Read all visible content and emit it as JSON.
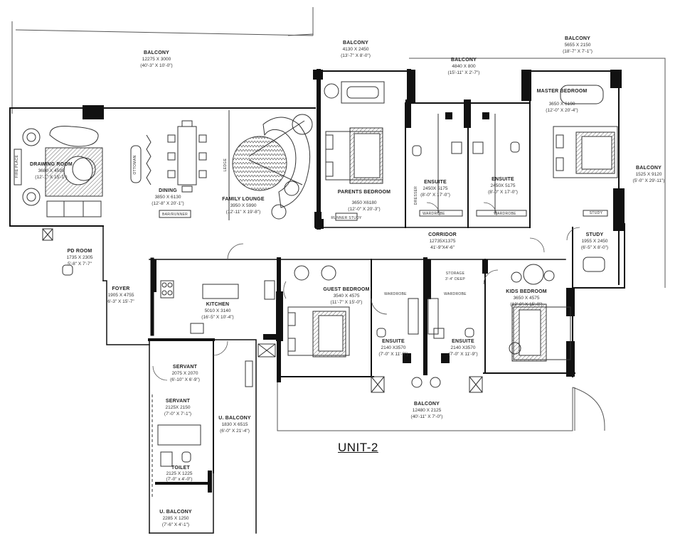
{
  "plan_title": "UNIT-2",
  "rooms": [
    {
      "id": "balcony-main",
      "name": "BALCONY",
      "dims": "12275 X 3000",
      "imperial": "(40'-3\" X 10'-0\")"
    },
    {
      "id": "balcony-parents",
      "name": "BALCONY",
      "dims": "4130 X 2450",
      "imperial": "(13'-7\" X 8'-0\")"
    },
    {
      "id": "balcony-ensuite",
      "name": "BALCONY",
      "dims": "4840 X 800",
      "imperial": "(15'-11\" X 2'-7\")"
    },
    {
      "id": "balcony-master",
      "name": "BALCONY",
      "dims": "5655 X 2150",
      "imperial": "(18'-7\" X 7'-1\")"
    },
    {
      "id": "drawing-room",
      "name": "DRAWING ROOM",
      "dims": "3680 X 4595",
      "imperial": "(12'-1\" X 15'-1\")"
    },
    {
      "id": "dining",
      "name": "DINING",
      "dims": "3850 X 6130",
      "imperial": "(12'-8\" X 20'-1\")"
    },
    {
      "id": "family-lounge",
      "name": "FAMILY LOUNGE",
      "dims": "3950 X 5990",
      "imperial": "(12'-11\" X 19'-8\")"
    },
    {
      "id": "parents-bedroom",
      "name": "PARENTS BEDROOM",
      "dims": "3650 X6180",
      "imperial": "(12'-0\" X 20'-3\")"
    },
    {
      "id": "ensuite-1",
      "name": "ENSUITE",
      "dims": "2450X 5175",
      "imperial": "(8'-0\" X 17'-0\")"
    },
    {
      "id": "ensuite-2",
      "name": "ENSUITE",
      "dims": "2450X 5175",
      "imperial": "(8'-0\" X 17'-0\")"
    },
    {
      "id": "master-bedroom",
      "name": "MASTER BEDROOM",
      "dims": "3650 X 6190",
      "imperial": "(12'-0\" X 20'-4\")"
    },
    {
      "id": "balcony-right",
      "name": "BALCONY",
      "dims": "1525 X 9120",
      "imperial": "(5'-0\" X 29'-11\")"
    },
    {
      "id": "study",
      "name": "STUDY",
      "dims": "1955 X 2450",
      "imperial": "(6'-5\" X 8'-0\")"
    },
    {
      "id": "corridor",
      "name": "CORRIDOR",
      "dims": "12735X1375",
      "imperial": "41'-9\"X4'-6\""
    },
    {
      "id": "pd-room",
      "name": "PD ROOM",
      "dims": "1735 X 2305",
      "imperial": "5'-8\" X 7'-7\""
    },
    {
      "id": "foyer",
      "name": "FOYER",
      "dims": "1905 X 4755",
      "imperial": "6'-3\" X 15'-7\""
    },
    {
      "id": "kitchen",
      "name": "KITCHEN",
      "dims": "5010 X 3140",
      "imperial": "(16'-5\" X 10'-4\")"
    },
    {
      "id": "guest-bedroom",
      "name": "GUEST BEDROOM",
      "dims": "3540 X 4575",
      "imperial": "(11'-7\" X 15'-0\")"
    },
    {
      "id": "ensuite-3",
      "name": "ENSUITE",
      "dims": "2140 X3570",
      "imperial": "(7'-0\" X 11'-9\")"
    },
    {
      "id": "ensuite-4",
      "name": "ENSUITE",
      "dims": "2140 X3570",
      "imperial": "(7'-0\" X 11'-9\")"
    },
    {
      "id": "kids-bedroom",
      "name": "KIDS BEDROOM",
      "dims": "3650 X 4575",
      "imperial": "(12'-0\" X 15'-0\")"
    },
    {
      "id": "servant-1",
      "name": "SERVANT",
      "dims": "2075 X 2070",
      "imperial": "(6'-10\" X 6'-9\")"
    },
    {
      "id": "servant-2",
      "name": "SERVANT",
      "dims": "2125X 2150",
      "imperial": "(7'-0\" X 7'-1\")"
    },
    {
      "id": "u-balcony-1",
      "name": "U. BALCONY",
      "dims": "1830 X 6515",
      "imperial": "(6'-0\" X 21'-4\")"
    },
    {
      "id": "toilet",
      "name": "TOILET",
      "dims": "2125 X 1225",
      "imperial": "(7'-0\" x 4'-0\")"
    },
    {
      "id": "u-balcony-2",
      "name": "U. BALCONY",
      "dims": "2285 X 1250",
      "imperial": "(7'-6\" X 4'-1\")"
    },
    {
      "id": "balcony-bottom",
      "name": "BALCONY",
      "dims": "12480 X 2125",
      "imperial": "(40'-11\" X 7'-0\")"
    }
  ],
  "fixture_labels": {
    "ottoman": "OTTOMAN",
    "fireplace": "FIRE PLACE",
    "ledge": "LEDGE",
    "bar_runner": "BAR/RUNNER",
    "runner_study": "RUNNER STUDY",
    "wardrobe": "WARDROBE",
    "dresser": "DRESSER",
    "storage": "STORAGE",
    "storage_depth": "3'-4\" DEEP",
    "study_table": "STUDY"
  }
}
